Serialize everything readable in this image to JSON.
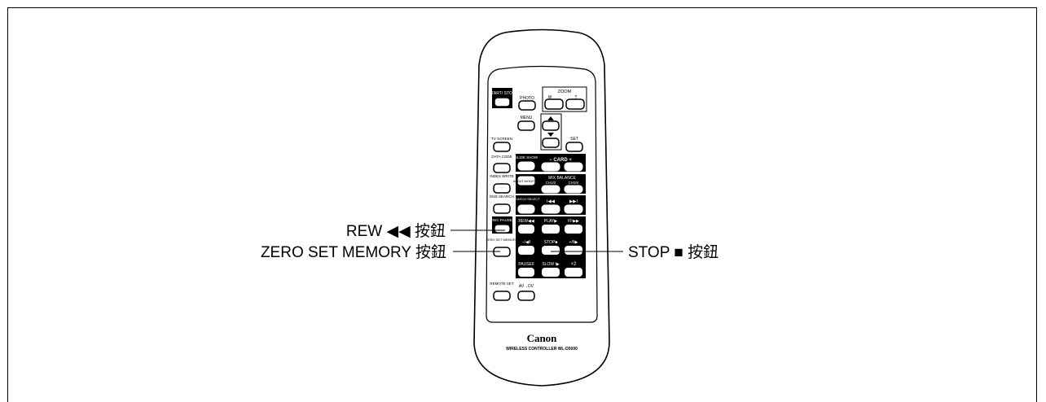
{
  "callouts": {
    "rew": "REW ◀◀ 按鈕",
    "zero_set": "ZERO SET MEMORY 按鈕",
    "stop": "STOP ■ 按鈕"
  },
  "remote": {
    "brand": "Canon",
    "model": "WIRELESS CONTROLLER WL-D5000",
    "buttons": {
      "start_stop": "START/ STOP",
      "photo": "PHOTO",
      "zoom": "ZOOM",
      "zoom_w": "W",
      "zoom_t": "T",
      "menu": "MENU",
      "set": "SET",
      "tv_screen": "TV SCREEN",
      "data_code": "DATA CODE",
      "slide_show": "SLIDE SHOW",
      "card": "−  CARD  +",
      "index_write": "INDEX WRITE",
      "audio_monitor": "AUDIO MONITOR",
      "mix_balance": "MIX BALANCE",
      "ch12": "CH1/2",
      "ch34": "CH3/4",
      "end_search": "END SEARCH",
      "search_select": "SEARCH SELECT",
      "prev": "I◀◀",
      "next": "▶▶I",
      "rec_pause": "REC PAUSE",
      "rew": "REW◀◀",
      "play": "PLAY▶",
      "ff": "FF▶▶",
      "zero_set_memory": "ZERO SET MEMORY",
      "frame_back": "−/◀II",
      "stop": "STOP■",
      "frame_fwd": "+/II▶",
      "pause": "PAUSEII",
      "slow": "SLOW I▶",
      "x2": "×2",
      "remote_set": "REMOTE SET",
      "av_dv": "AV→DV"
    }
  }
}
